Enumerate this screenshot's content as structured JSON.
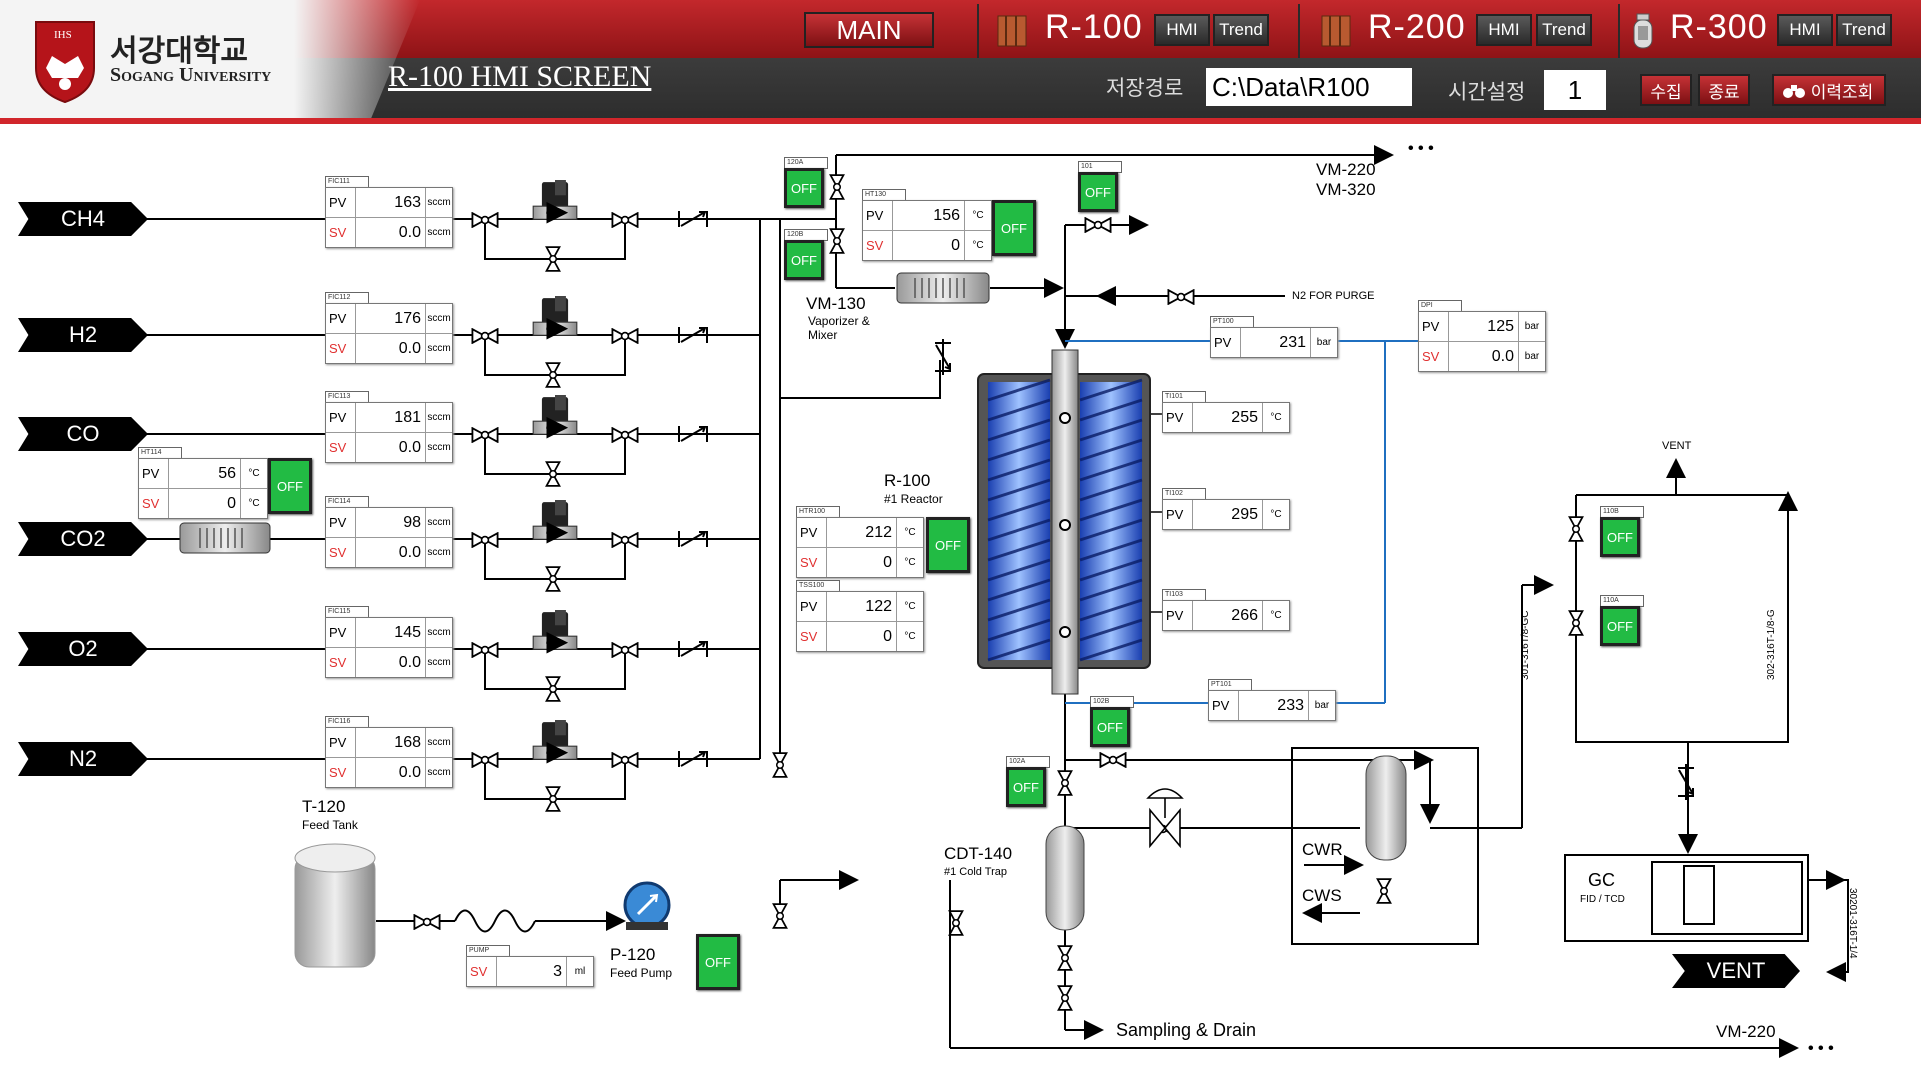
{
  "header": {
    "logo_korean": "서강대학교",
    "logo_english": "Sogang University",
    "screen_title": "R-100 HMI SCREEN",
    "main_button": "MAIN",
    "reactors": [
      {
        "name": "R-100",
        "hmi": "HMI",
        "trend": "Trend"
      },
      {
        "name": "R-200",
        "hmi": "HMI",
        "trend": "Trend"
      },
      {
        "name": "R-300",
        "hmi": "HMI",
        "trend": "Trend"
      }
    ],
    "save_path_label": "저장경로",
    "save_path_value": "C:\\Data\\R100",
    "time_setting_label": "시간설정",
    "time_setting_value": "1",
    "collect_button": "수집",
    "stop_button": "종료",
    "history_button": "이력조회"
  },
  "gases": [
    "CH4",
    "H2",
    "CO",
    "CO2",
    "O2",
    "N2"
  ],
  "mfcs": [
    {
      "tag": "FIC111",
      "pv": "163",
      "sv": "0.0",
      "unit": "sccm"
    },
    {
      "tag": "FIC112",
      "pv": "176",
      "sv": "0.0",
      "unit": "sccm"
    },
    {
      "tag": "FIC113",
      "pv": "181",
      "sv": "0.0",
      "unit": "sccm"
    },
    {
      "tag": "FIC114",
      "pv": "98",
      "sv": "0.0",
      "unit": "sccm"
    },
    {
      "tag": "FIC115",
      "pv": "145",
      "sv": "0.0",
      "unit": "sccm"
    },
    {
      "tag": "FIC116",
      "pv": "168",
      "sv": "0.0",
      "unit": "sccm"
    }
  ],
  "co2_heater": {
    "tag": "HT114",
    "pv": "56",
    "sv": "0",
    "unit": "°C",
    "button": "OFF"
  },
  "labels_pv": "PV",
  "labels_sv": "SV",
  "valve_120a": {
    "tag": "120A",
    "button": "OFF"
  },
  "valve_120b": {
    "tag": "120B",
    "button": "OFF"
  },
  "vm130_heater": {
    "tag": "HT130",
    "pv": "156",
    "sv": "0",
    "unit": "°C",
    "button": "OFF"
  },
  "vm130": {
    "name": "VM-130",
    "desc1": "Vaporizer &",
    "desc2": "Mixer"
  },
  "valve_101": {
    "tag": "101",
    "button": "OFF"
  },
  "vm220_label1": "VM-220",
  "vm220_label2": "VM-320",
  "n2_purge": "N2 FOR PURGE",
  "pt100": {
    "tag": "PT100",
    "pv": "231",
    "unit": "bar"
  },
  "dpi": {
    "tag": "DPI",
    "pv": "125",
    "sv": "0.0",
    "unit": "bar"
  },
  "reactor": {
    "name": "R-100",
    "desc": "#1 Reactor"
  },
  "htr100": {
    "tag": "HTR100",
    "pv": "212",
    "sv": "0",
    "unit": "°C",
    "button": "OFF"
  },
  "tss100": {
    "tag": "TSS100",
    "pv": "122",
    "sv": "0",
    "unit": "°C"
  },
  "ti101": {
    "tag": "TI101",
    "pv": "255",
    "unit": "°C"
  },
  "ti102": {
    "tag": "TI102",
    "pv": "295",
    "unit": "°C"
  },
  "ti103": {
    "tag": "TI103",
    "pv": "266",
    "unit": "°C"
  },
  "pt101": {
    "tag": "PT101",
    "pv": "233",
    "unit": "bar"
  },
  "valve_102b": {
    "tag": "102B",
    "button": "OFF"
  },
  "valve_102a": {
    "tag": "102A",
    "button": "OFF"
  },
  "vent_top": "VENT",
  "valve_110b": {
    "tag": "110B",
    "button": "OFF"
  },
  "valve_110a": {
    "tag": "110A",
    "button": "OFF"
  },
  "line_label_left": "301-316T/8-GC",
  "line_label_right": "302-316T-1/8-G",
  "line_label_gc": "30201-316T-1/4",
  "gc": {
    "name": "GC",
    "desc": "FID / TCD"
  },
  "vent_bottom": "VENT",
  "cwr": "CWR",
  "cws": "CWS",
  "cdt140": {
    "name": "CDT-140",
    "desc": "#1 Cold Trap"
  },
  "sampling": "Sampling & Drain",
  "vm220_bottom": "VM-220",
  "t120": {
    "name": "T-120",
    "desc": "Feed Tank"
  },
  "pump": {
    "tag": "PUMP",
    "sv": "3",
    "unit": "ml",
    "name": "P-120",
    "desc": "Feed Pump",
    "button": "OFF"
  },
  "ellipsis": "• • •"
}
